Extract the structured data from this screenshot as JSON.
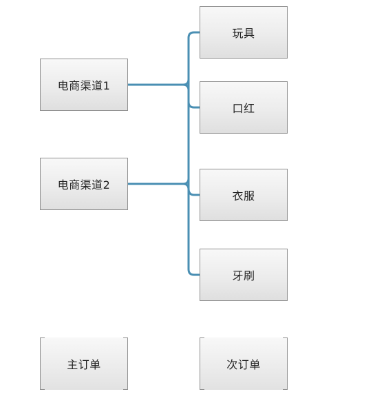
{
  "channels": [
    {
      "label": "电商渠道1"
    },
    {
      "label": "电商渠道2"
    }
  ],
  "products": [
    {
      "label": "玩具"
    },
    {
      "label": "口红"
    },
    {
      "label": "衣服"
    },
    {
      "label": "牙刷"
    }
  ],
  "orders": {
    "main": "主订单",
    "sub": "次订单"
  },
  "colors": {
    "connector": "#4a8fb3",
    "node_border": "#8f8f8f"
  }
}
